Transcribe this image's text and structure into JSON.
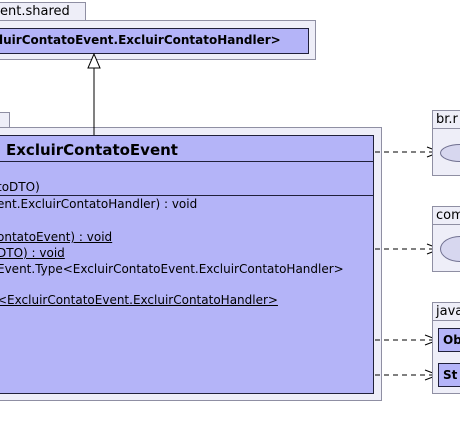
{
  "packages": {
    "shared": {
      "label": "ent.shared"
    },
    "left_stub": {
      "label": ""
    },
    "br_pkg": {
      "label": "br.r"
    },
    "com_pkg": {
      "label": "com"
    },
    "java_pkg": {
      "label": "java"
    }
  },
  "handler_class": {
    "title": "luirContatoEvent.ExcluirContatoHandler>"
  },
  "main_class": {
    "title": "ExcluirContatoEvent",
    "lines": [
      "toDTO)",
      "ent.ExcluirContatoHandler) : void",
      "ontatoEvent) : void",
      "DTO) : void",
      "Event.Type<ExcluirContatoEvent.ExcluirContatoHandler>",
      "<ExcluirContatoEvent.ExcluirContatoHandler>"
    ]
  },
  "java_classes": {
    "object_label": "Ob",
    "string_label": "St"
  },
  "colors": {
    "class_fill": "#b4b4f8",
    "package_fill": "#eeeef8",
    "line": "#000000"
  }
}
